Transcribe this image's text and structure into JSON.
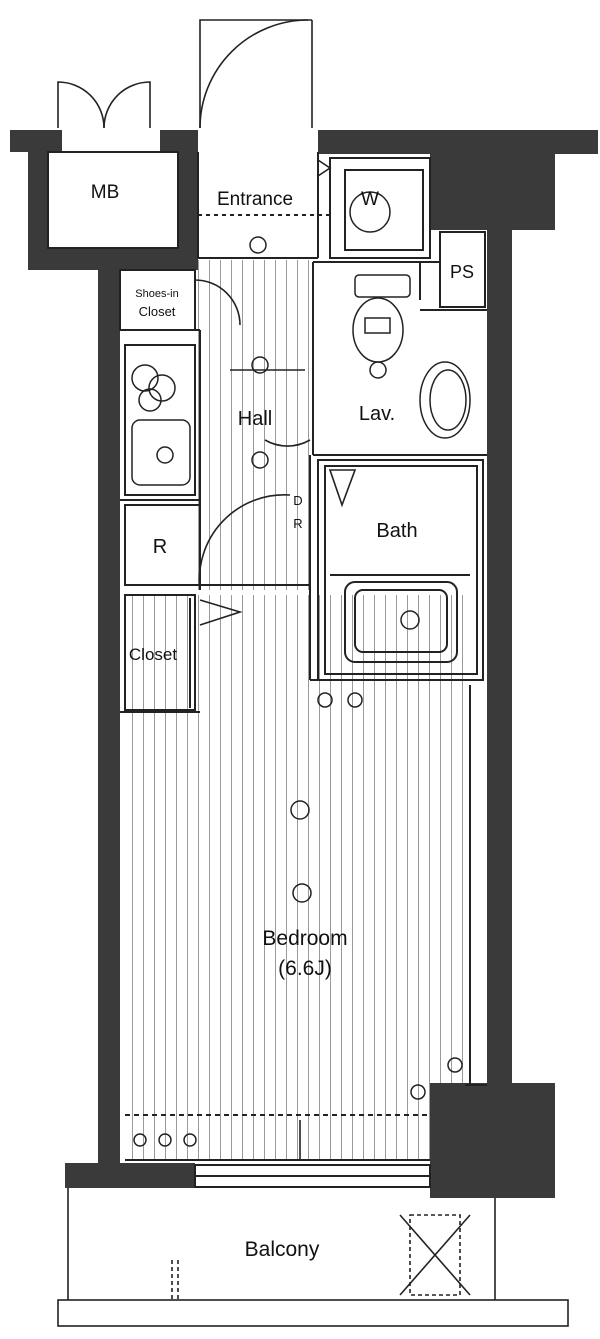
{
  "rooms": {
    "mb": "MB",
    "entrance": "Entrance",
    "w": "W",
    "ps": "PS",
    "shoes_in_line1": "Shoes-in",
    "shoes_in_line2": "Closet",
    "hall": "Hall",
    "lav": "Lav.",
    "d": "D",
    "r_small": "R",
    "bath": "Bath",
    "r": "R",
    "closet": "Closet",
    "bedroom": "Bedroom",
    "bedroom_size": "(6.6J)",
    "balcony": "Balcony"
  },
  "colors": {
    "wall": "#3a3a3a",
    "line": "#222222",
    "floor_line": "#9a9a9a"
  }
}
